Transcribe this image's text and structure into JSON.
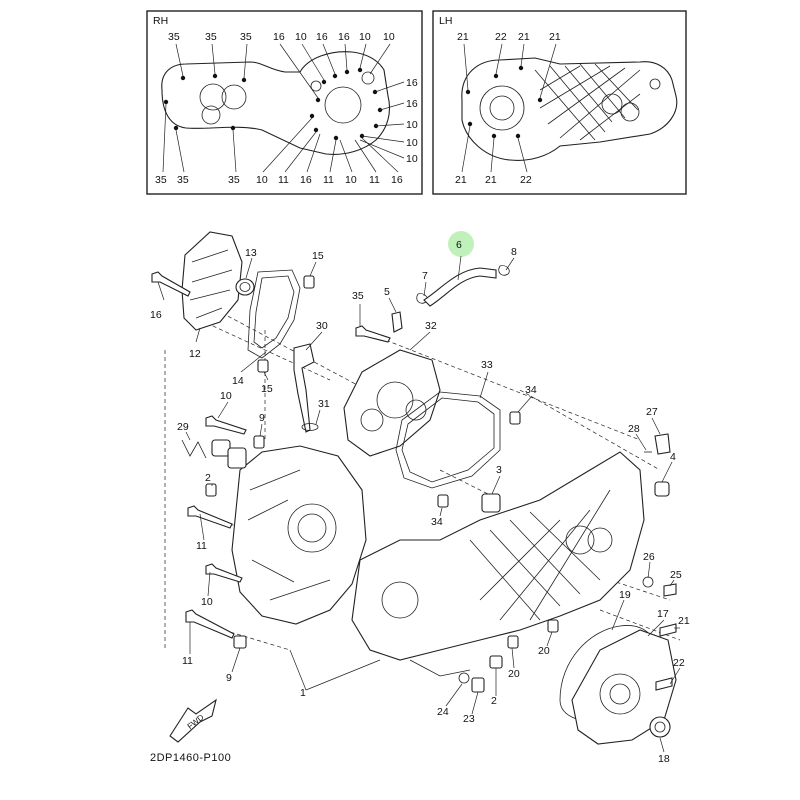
{
  "detail_boxes": {
    "rh": {
      "label": "RH",
      "callouts_top": [
        "35",
        "35",
        "35",
        "16",
        "10",
        "16",
        "16",
        "10",
        "10"
      ],
      "callouts_right": [
        "16",
        "16",
        "10",
        "10",
        "10"
      ],
      "callouts_bottom": [
        "35",
        "35",
        "35",
        "10",
        "11",
        "16",
        "11",
        "10",
        "11",
        "16"
      ]
    },
    "lh": {
      "label": "LH",
      "callouts_top": [
        "21",
        "22",
        "21",
        "21"
      ],
      "callouts_bottom": [
        "21",
        "21",
        "22"
      ]
    }
  },
  "main_callouts": {
    "c6": "6",
    "c8": "8",
    "c7": "7",
    "c5": "5",
    "c35": "35",
    "c13": "13",
    "c15a": "15",
    "c16": "16",
    "c12": "12",
    "c30": "30",
    "c32": "32",
    "c14": "14",
    "c15b": "15",
    "c33": "33",
    "c34a": "34",
    "c10a": "10",
    "c9a": "9",
    "c31": "31",
    "c29": "29",
    "c27": "27",
    "c28": "28",
    "c4": "4",
    "c3": "3",
    "c2a": "2",
    "c34b": "34",
    "c11a": "11",
    "c26": "26",
    "c25": "25",
    "c10b": "10",
    "c19": "19",
    "c17": "17",
    "c21": "21",
    "c20a": "20",
    "c11b": "11",
    "c9b": "9",
    "c20b": "20",
    "c22": "22",
    "c1": "1",
    "c24": "24",
    "c2b": "2",
    "c23": "23",
    "c18": "18"
  },
  "highlight_part": "6",
  "fwd_label": "FWD",
  "part_number": "2DP1460-P100"
}
